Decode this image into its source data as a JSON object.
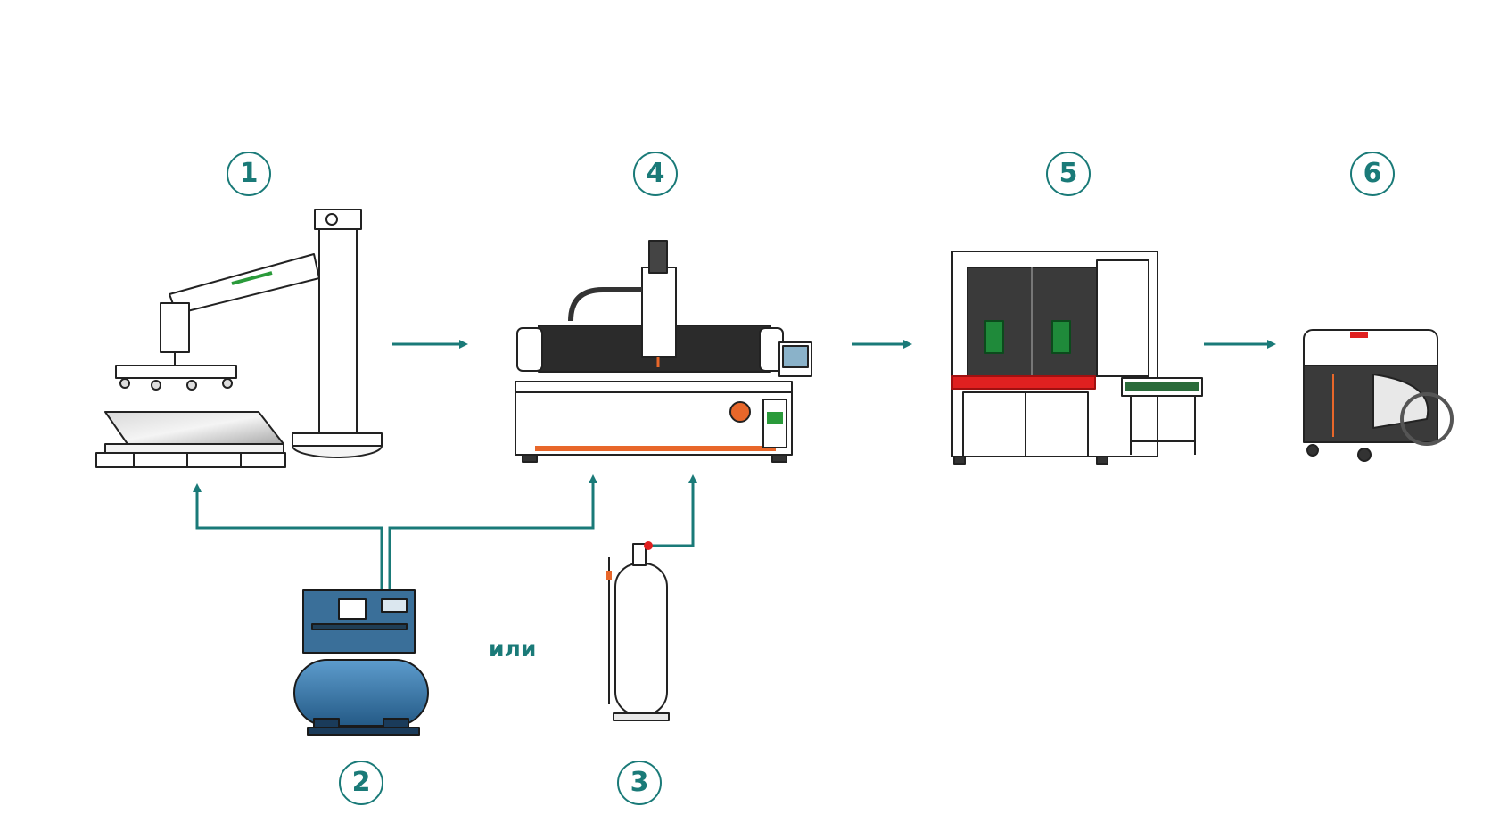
{
  "steps": [
    {
      "number": "1",
      "icon": "vacuum-lifter-crane-icon"
    },
    {
      "number": "2",
      "icon": "air-compressor-icon"
    },
    {
      "number": "3",
      "icon": "gas-cylinder-icon"
    },
    {
      "number": "4",
      "icon": "laser-cutting-machine-icon"
    },
    {
      "number": "5",
      "icon": "enclosed-laser-cabinet-icon"
    },
    {
      "number": "6",
      "icon": "chiller-unit-icon"
    }
  ],
  "or_label": "или",
  "colors": {
    "accent": "#1a7a78",
    "orange": "#e8672a",
    "red": "#e02020",
    "blue": "#2e6f9e"
  }
}
